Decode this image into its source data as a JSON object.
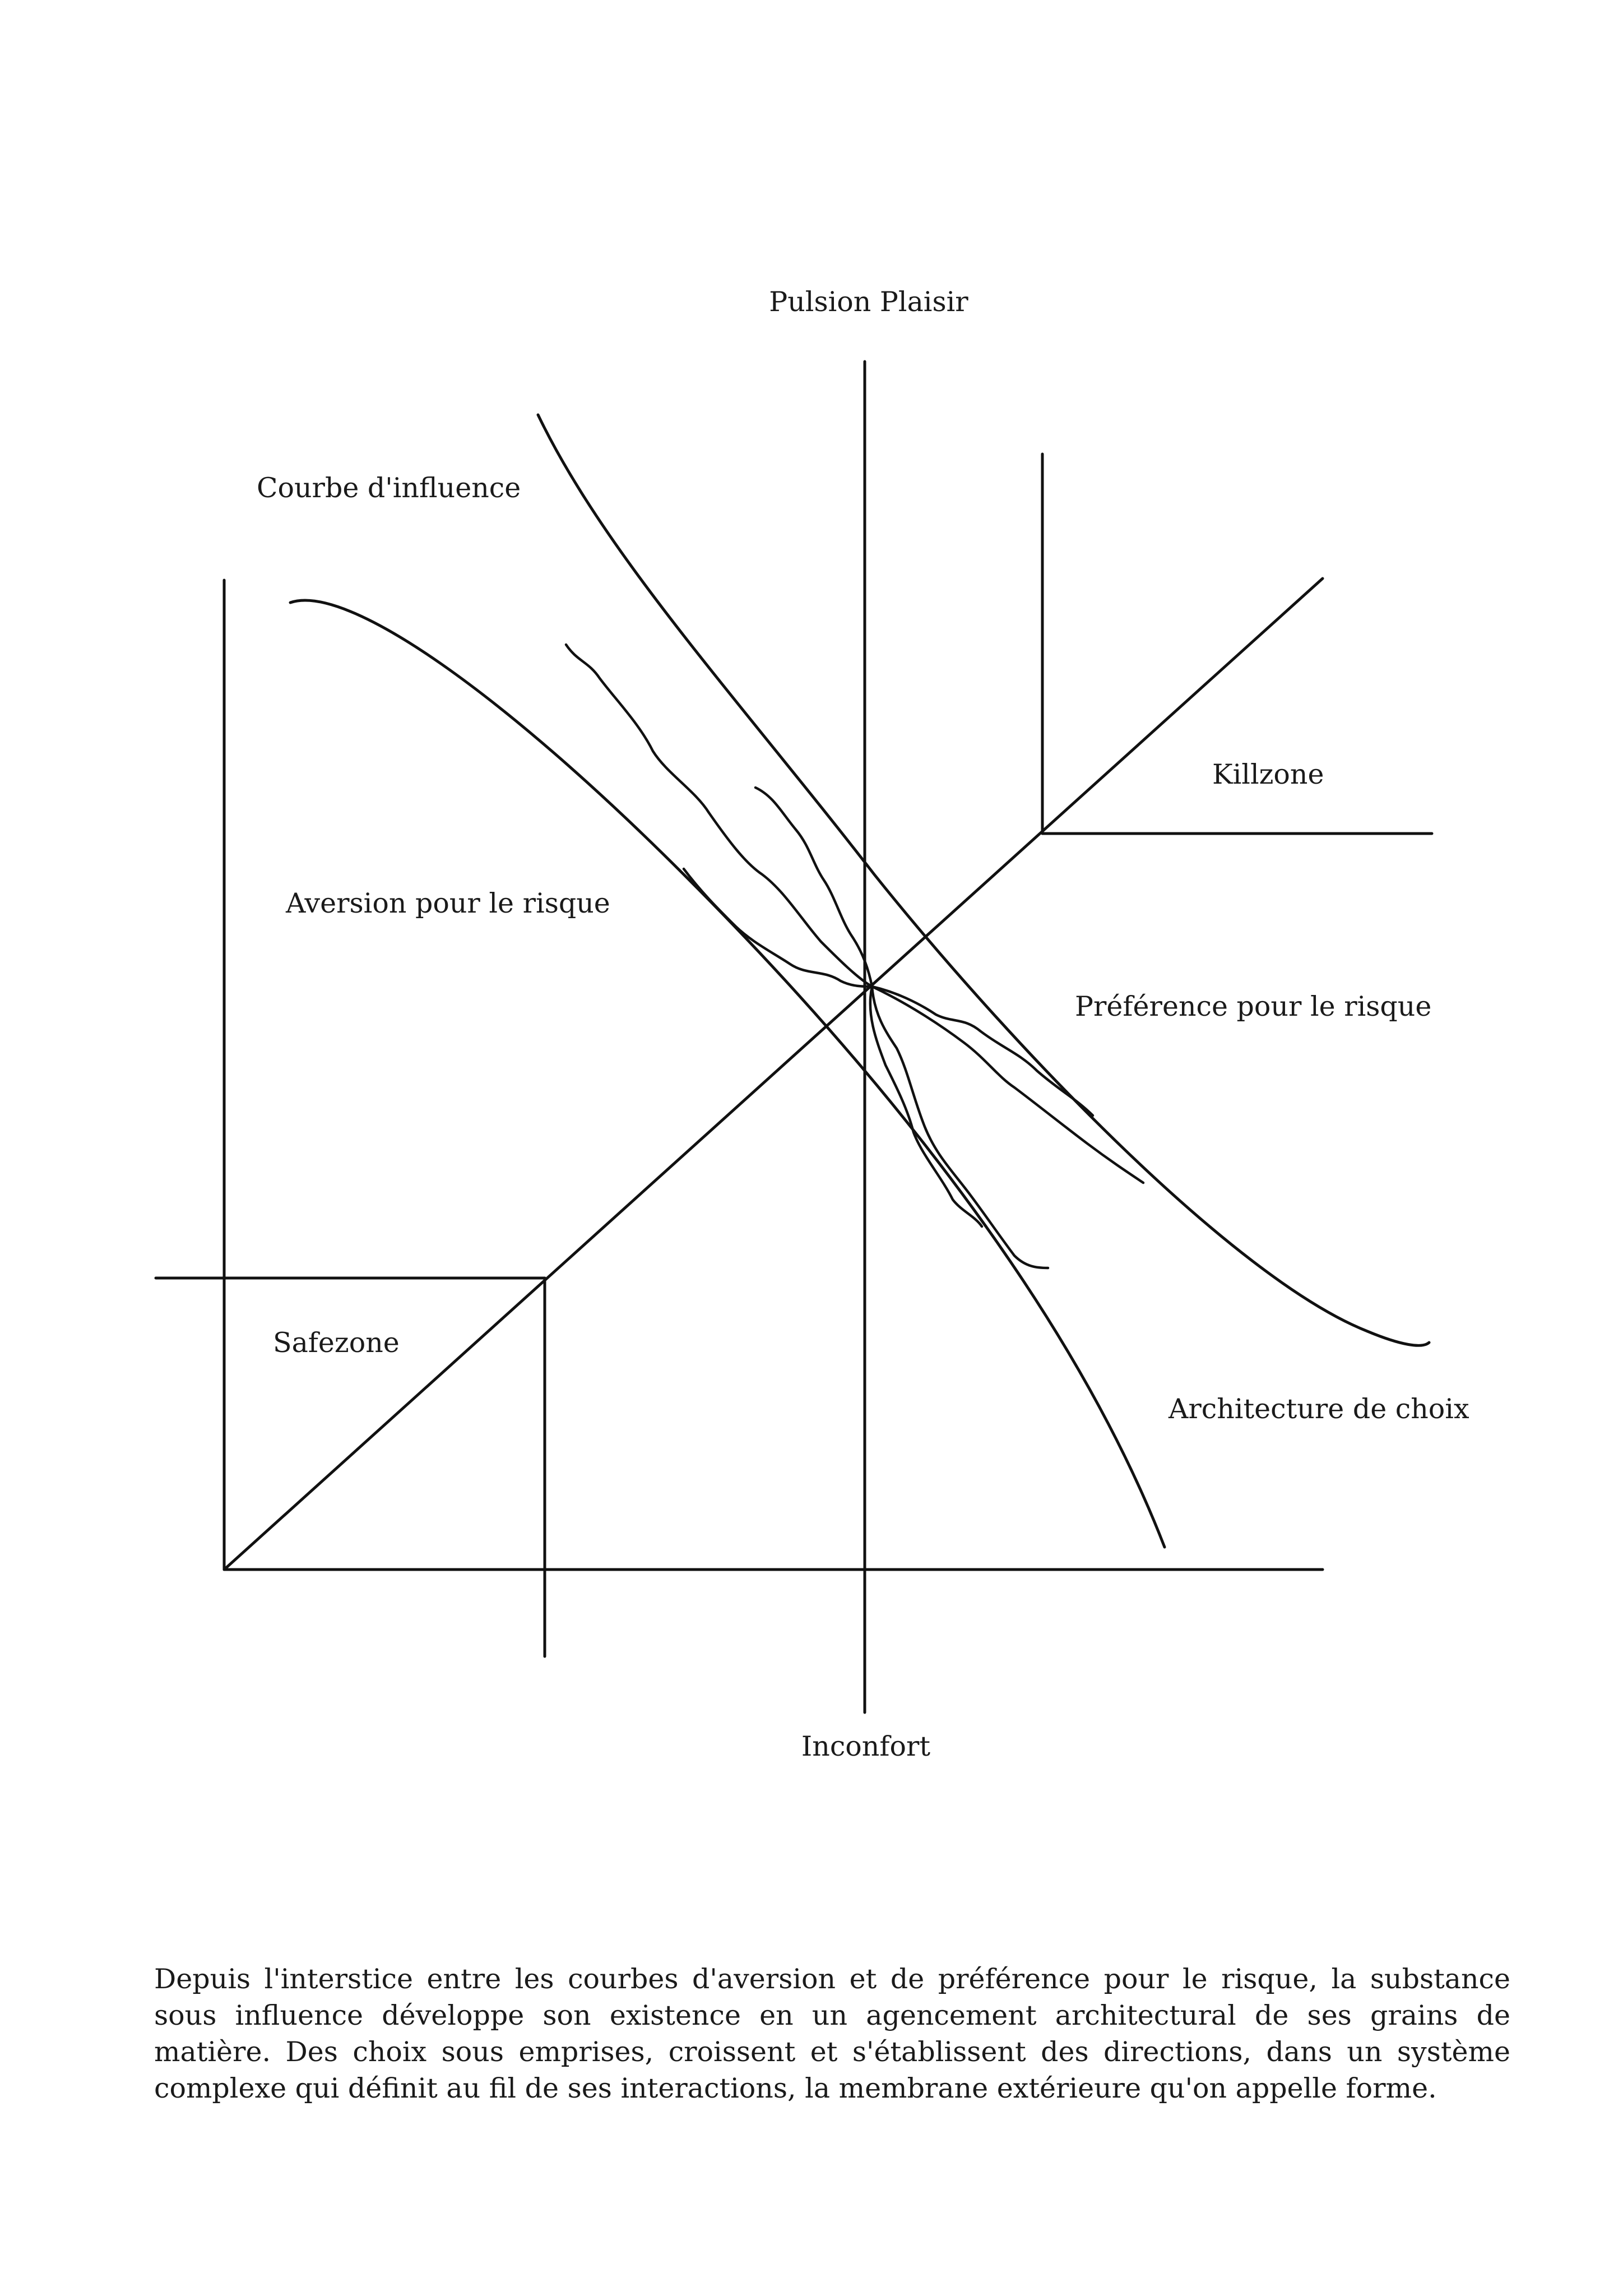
{
  "labels": {
    "top": "Pulsion Plaisir",
    "bottom": "Inconfort",
    "influence": "Courbe d'influence",
    "aversion": "Aversion pour le risque",
    "preference": "Préférence pour le risque",
    "killzone": "Killzone",
    "safezone": "Safezone",
    "architecture": "Architecture de choix"
  },
  "caption": "Depuis l'interstice entre les courbes d'aversion et de préférence pour le risque, la substance sous influence développe son existence en un agencement architectural de ses grains de matière. Des choix sous emprises, croissent et s'établissent des directions, dans un système complexe qui définit au fil de ses interactions, la membrane extérieure qu'on appelle forme."
}
